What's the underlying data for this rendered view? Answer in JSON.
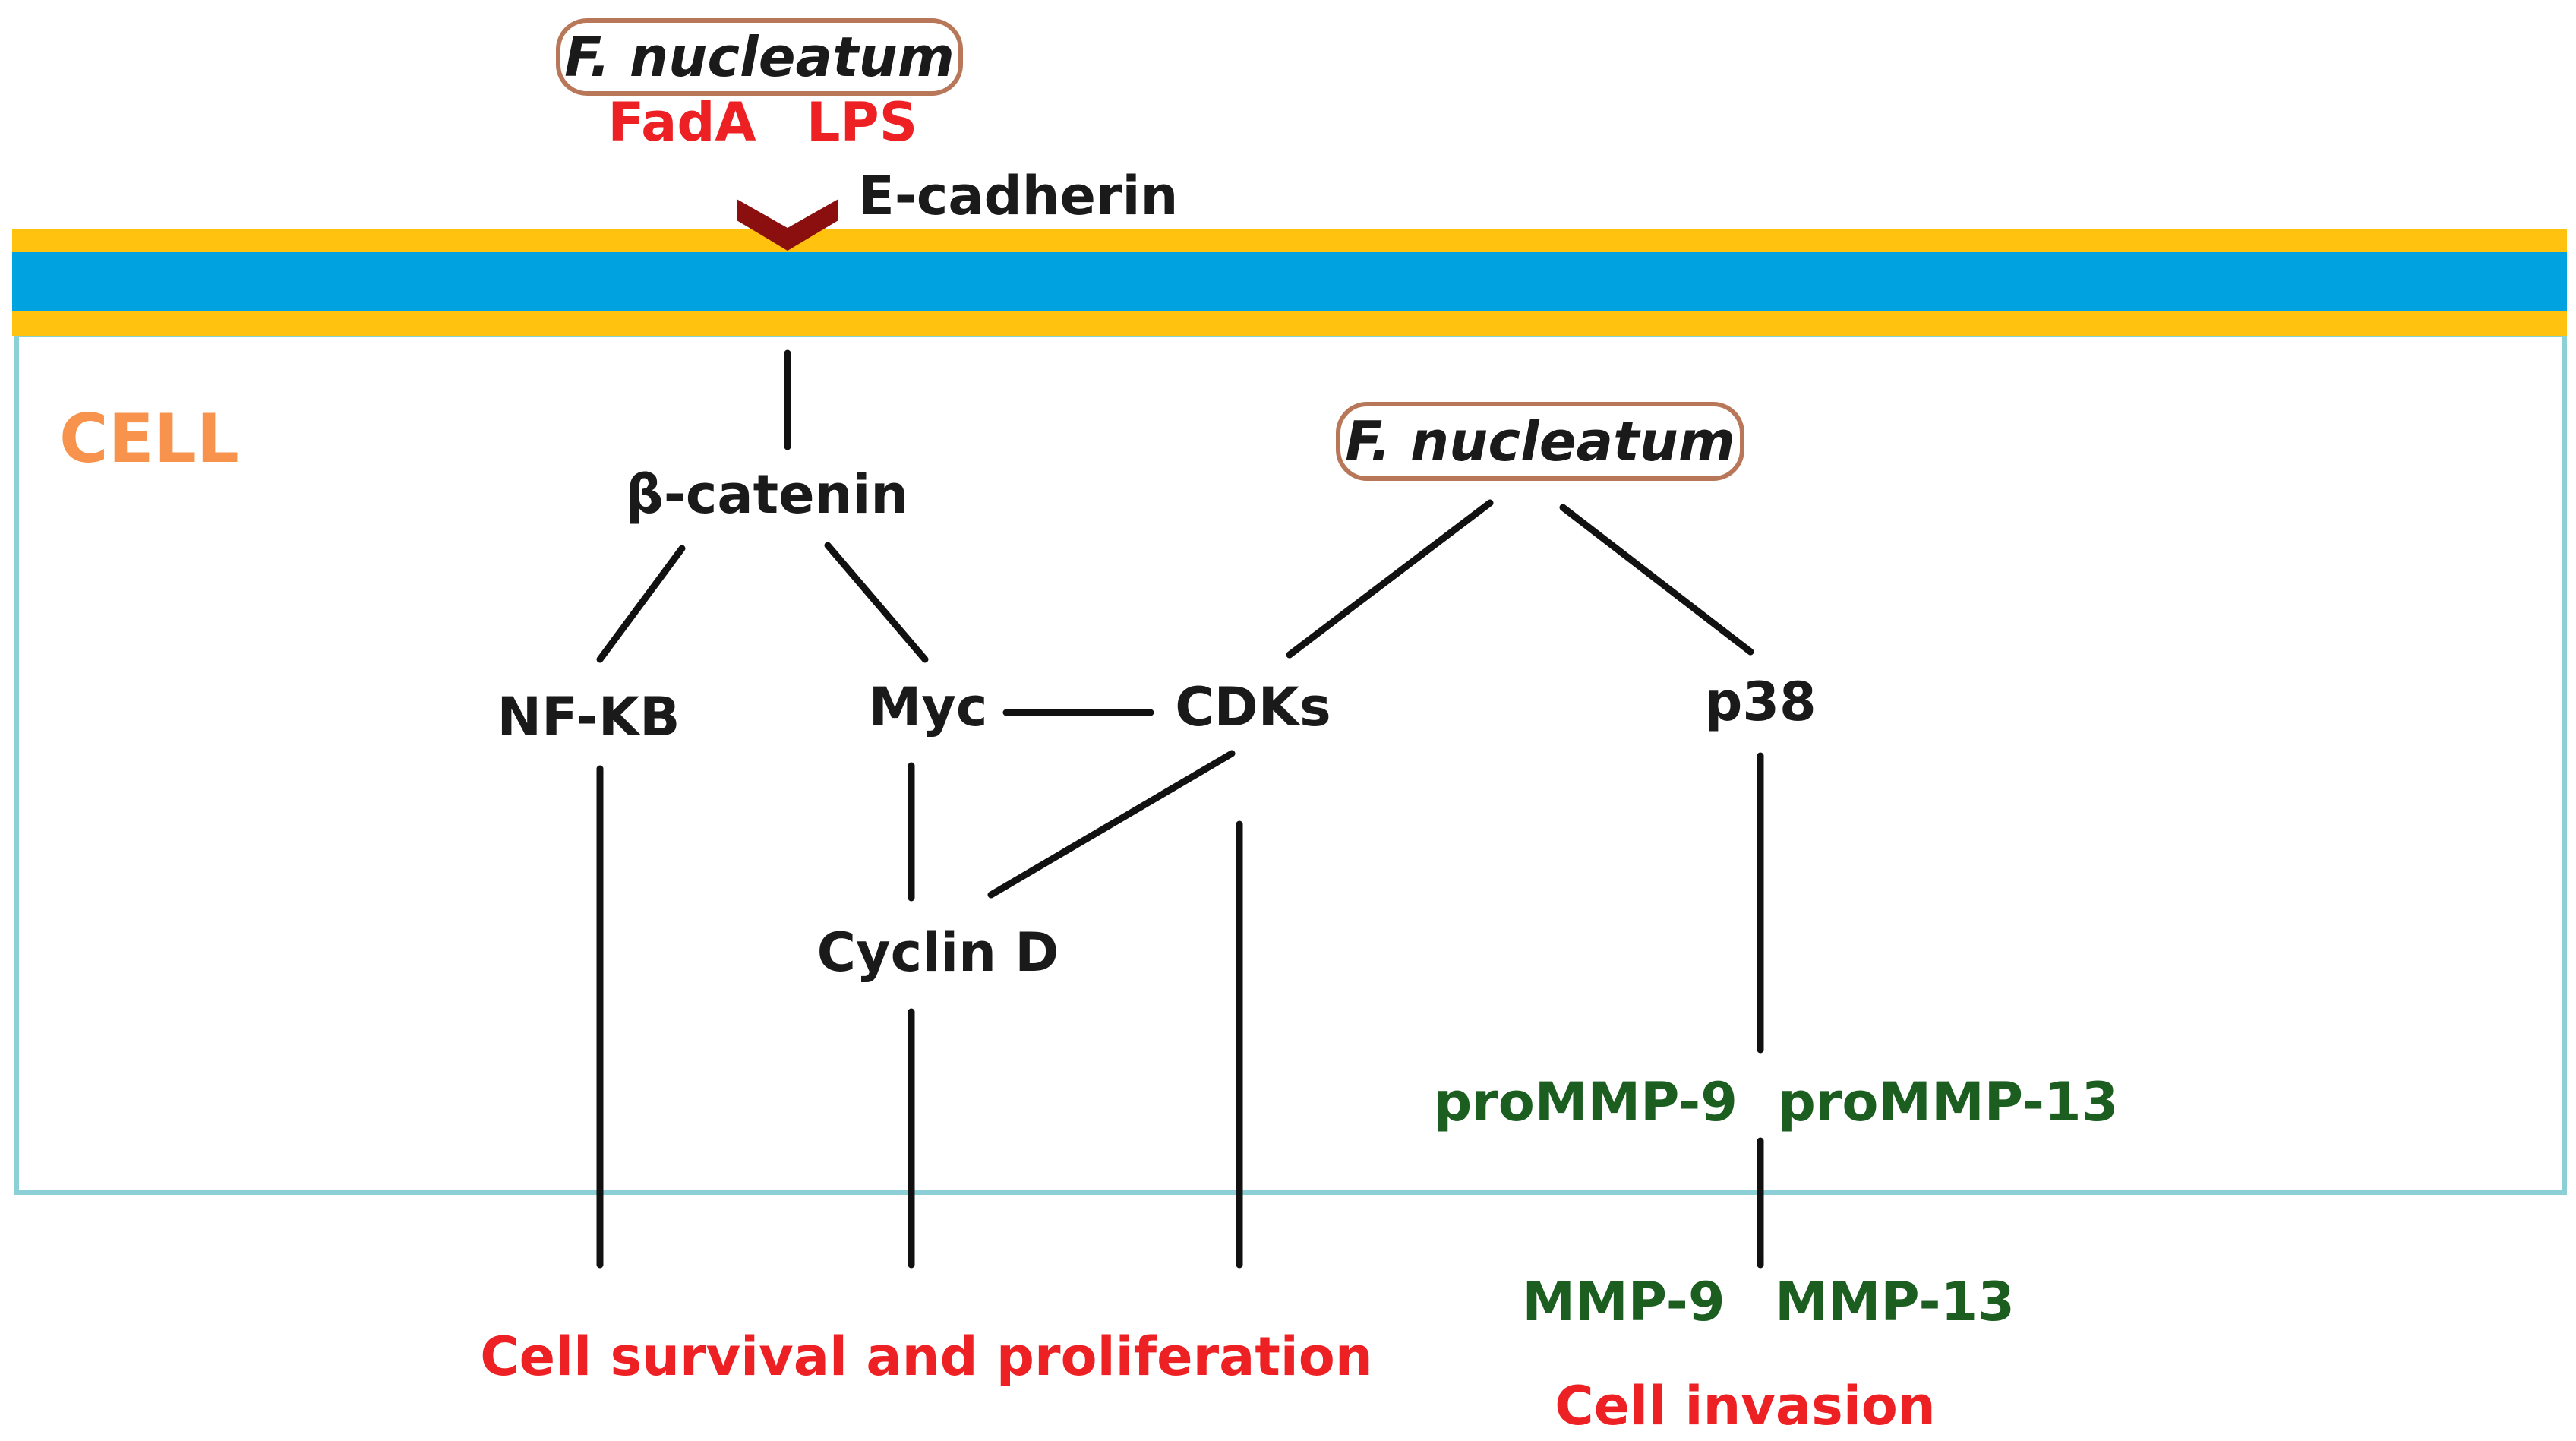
{
  "colors": {
    "membrane_outer": "#ffc20e",
    "membrane_inner": "#00a3e0",
    "cell_border": "#8dcfd6",
    "receptor": "#8b0f0f",
    "bacteria_border": "#b9775a",
    "label_red": "#ed2024",
    "label_green": "#1b5e20",
    "label_orange": "#f7934c"
  },
  "nodes": {
    "bacterium_top": "F. nucleatum",
    "fada": "FadA",
    "lps": "LPS",
    "ecadherin": "E-cadherin",
    "cell": "CELL",
    "beta_catenin": "β-catenin",
    "bacterium_inner": "F. nucleatum",
    "nfkb": "NF-KB",
    "myc": "Myc",
    "cdks": "CDKs",
    "p38": "p38",
    "cyclin_d": "Cyclin D",
    "prommp9": "proMMP-9",
    "prommp13": "proMMP-13",
    "mmp9": "MMP-9",
    "mmp13": "MMP-13"
  },
  "outcomes": {
    "survival": "Cell survival and proliferation",
    "invasion": "Cell invasion"
  },
  "icons": {
    "receptor": "chevron-down-receptor-icon",
    "arrowhead": "open-arrowhead-icon"
  }
}
